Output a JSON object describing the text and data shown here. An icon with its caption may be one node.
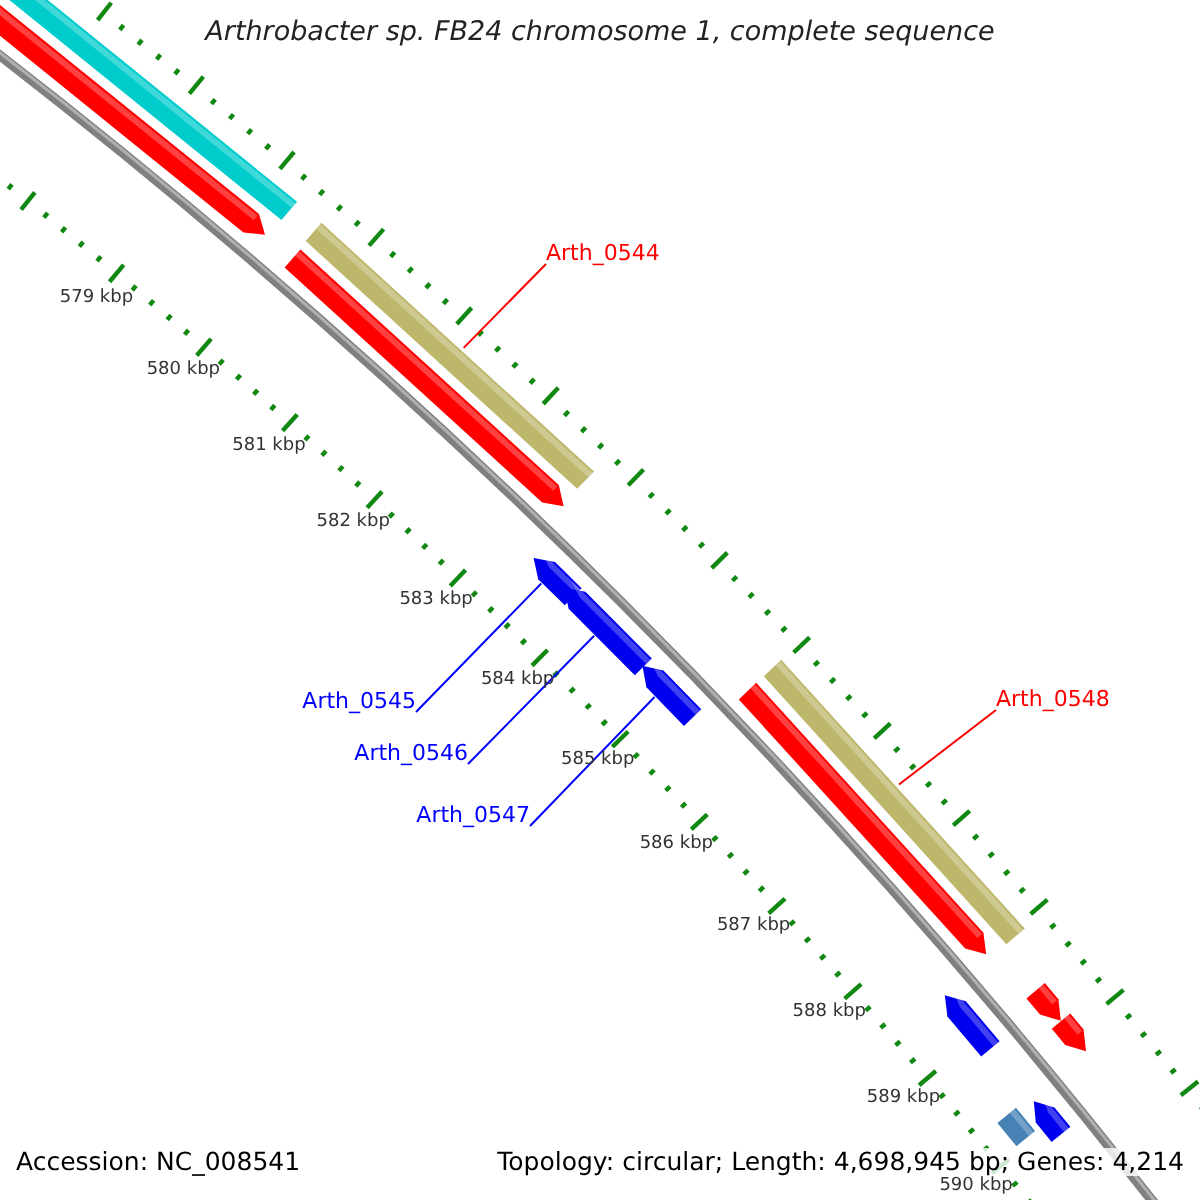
{
  "diagram": {
    "title": "Arthrobacter sp. FB24 chromosome 1, complete sequence",
    "nodes": [
      {
        "text": [
          "Arth_0544"
        ]
      },
      {
        "text": [],
        "shape": "box"
      },
      {
        "text": [
          "Arth_0545"
        ]
      },
      {
        "text": [],
        "shape": "pentagon"
      },
      {
        "text": [
          "Arth_0546"
        ]
      },
      {
        "text": [],
        "shape": "pentagon"
      },
      {
        "text": [
          "Arth_0547"
        ]
      },
      {
        "text": [],
        "shape": "pentagon"
      },
      {
        "text": [
          "Arth_0548"
        ]
      },
      {
        "text": [],
        "shape": "box"
      },
      {
        "text": [],
        "shape": "box"
      },
      {
        "text": [],
        "shape": "pentagon"
      },
      {
        "text": [],
        "shape": "pentagon"
      },
      {
        "text": [],
        "shape": "pentagon"
      },
      {
        "text": [],
        "shape": "pentagon"
      },
      {
        "text": [],
        "shape": "pentagon"
      },
      {
        "text": [],
        "shape": "pentagon"
      },
      {
        "text": [],
        "shape": "box"
      },
      {
        "text": [],
        "shape": "pentagon"
      }
    ],
    "edges": [
      {
        "from": 0,
        "to": 1,
        "arrow": "none",
        "color": "#ff0000"
      },
      {
        "from": 2,
        "to": 3,
        "arrow": "none"
      },
      {
        "from": 4,
        "to": 5,
        "arrow": "none"
      },
      {
        "from": 6,
        "to": 7,
        "arrow": "none"
      },
      {
        "from": 8,
        "to": 9,
        "arrow": "none",
        "color": "#ff0000"
      }
    ],
    "labels": [
      "579 kbp",
      "580 kbp",
      "581 kbp",
      "582 kbp",
      "583 kbp",
      "584 kbp",
      "585 kbp",
      "586 kbp",
      "587 kbp",
      "588 kbp",
      "589 kbp",
      "590 kbp",
      "Accession: NC_008541",
      "Topology: circular; Length: 4,698,945 bp; Genes: 4,214"
    ]
  }
}
